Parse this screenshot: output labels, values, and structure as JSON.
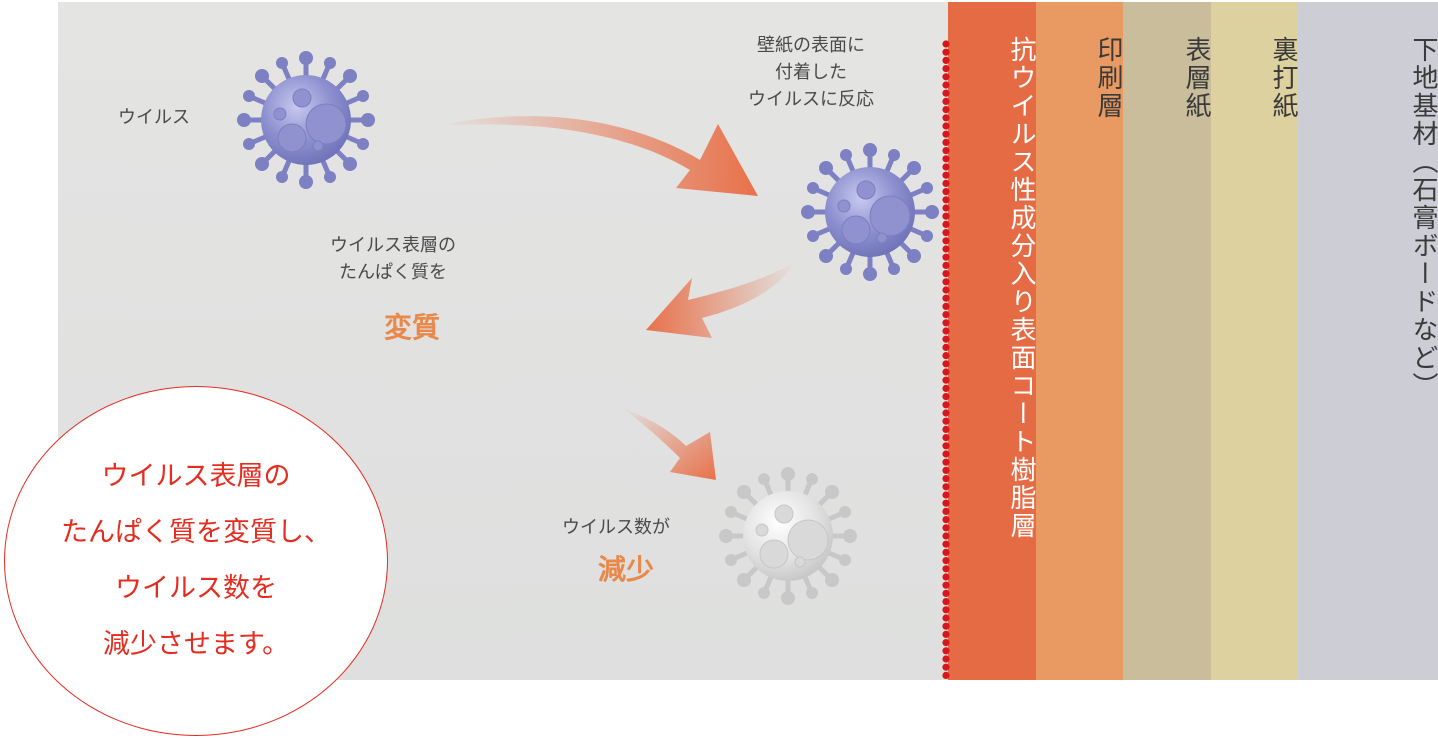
{
  "labels": {
    "virus": "ウイルス",
    "reaction": "壁紙の表面に\n付着した\nウイルスに反応",
    "protein": "ウイルス表層の\nたんぱく質を",
    "denature": "変質",
    "count": "ウイルス数が",
    "decrease": "減少"
  },
  "layers": [
    {
      "label": "抗ウイルス性成分入り表面コート樹脂層",
      "color": "#e56b44",
      "text_color": "#ffffff"
    },
    {
      "label": "印刷層",
      "color": "#e99a62",
      "text_color": "#3a3a3a"
    },
    {
      "label": "表層紙",
      "color": "#c9bd9c",
      "text_color": "#3a3a3a"
    },
    {
      "label": "裏打紙",
      "color": "#ddd1a0",
      "text_color": "#3a3a3a"
    },
    {
      "label": "下地基材（石膏ボードなど）",
      "color": "#cdcdd6",
      "text_color": "#3a3a3a"
    }
  ],
  "summary": "ウイルス表層の\nたんぱく質を変質し、\nウイルス数を\n減少させます。",
  "colors": {
    "accent": "#e42c20",
    "arrow": "#e8714a",
    "virus": "#7d80c2",
    "virus_faded": "#c8c8c8"
  }
}
